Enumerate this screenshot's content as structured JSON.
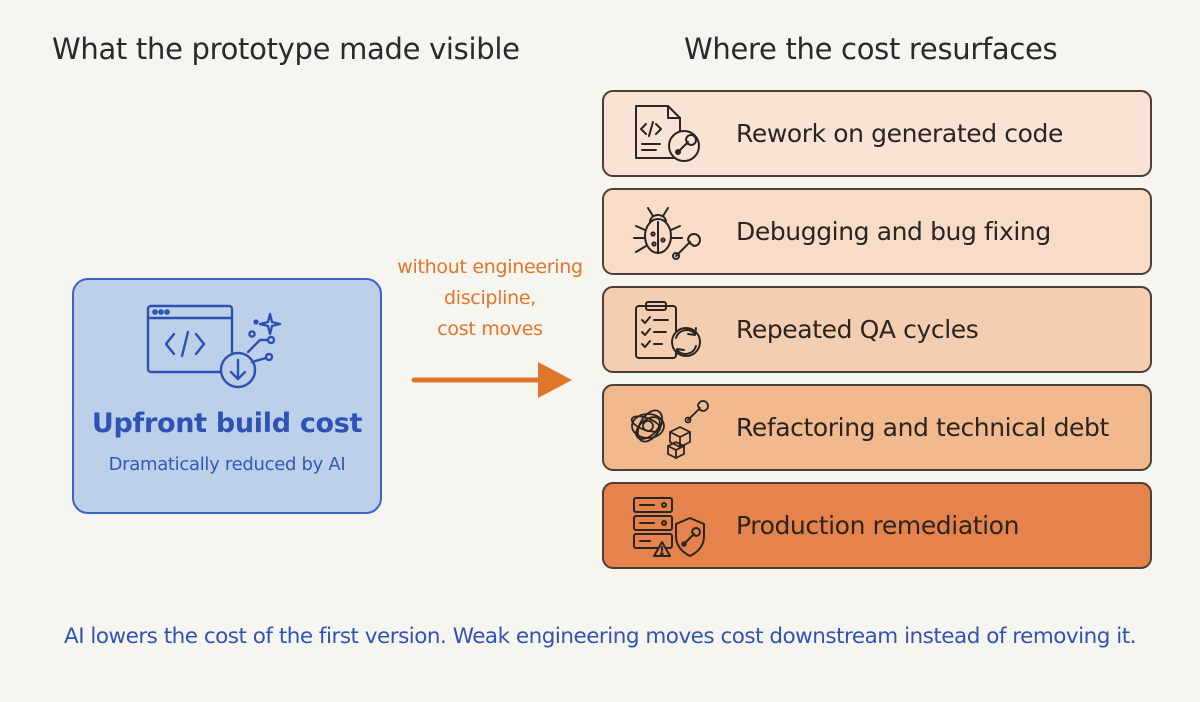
{
  "left_heading": "What the prototype made visible",
  "right_heading": "Where the cost resurfaces",
  "upfront": {
    "title": "Upfront build cost",
    "subtitle": "Dramatically reduced by AI",
    "icon": "code-window-download-icon"
  },
  "arrow_caption": [
    "without engineering",
    "discipline,",
    "cost moves"
  ],
  "cost_items": [
    {
      "label": "Rework on generated code",
      "icon": "code-document-wrench-icon"
    },
    {
      "label": "Debugging and bug fixing",
      "icon": "bug-wrench-icon"
    },
    {
      "label": "Repeated QA cycles",
      "icon": "clipboard-cycle-icon"
    },
    {
      "label": "Refactoring and technical debt",
      "icon": "tangle-boxes-icon"
    },
    {
      "label": "Production remediation",
      "icon": "server-shield-warning-icon"
    }
  ],
  "footer": "AI lowers the cost of the first version. Weak engineering moves cost downstream instead of removing it.",
  "colors": {
    "blue_accent": "#3f62c4",
    "blue_fill": "#bcd0ea",
    "orange_accent": "#e0762a",
    "row_fills": [
      "#f9e3d4",
      "#f8dcc7",
      "#f5cdb0",
      "#f1b98d",
      "#e6834c"
    ]
  }
}
